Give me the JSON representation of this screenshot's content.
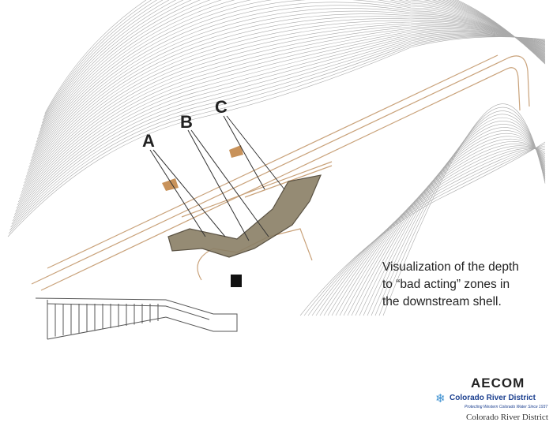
{
  "labels": {
    "a": "A",
    "b": "B",
    "c": "C"
  },
  "caption": [
    "Visualization of the depth",
    "to “bad acting” zones in",
    "the downstream shell."
  ],
  "logos": {
    "aecom": "AECOM",
    "crd": "Colorado River District",
    "crd_tagline": "Protecting Western Colorado Water Since 1937",
    "crd_name": "Colorado River District"
  },
  "colors": {
    "zone_fill": "#8a7f66",
    "crest": "#c9a27a",
    "contour": "#9a9a9a"
  }
}
